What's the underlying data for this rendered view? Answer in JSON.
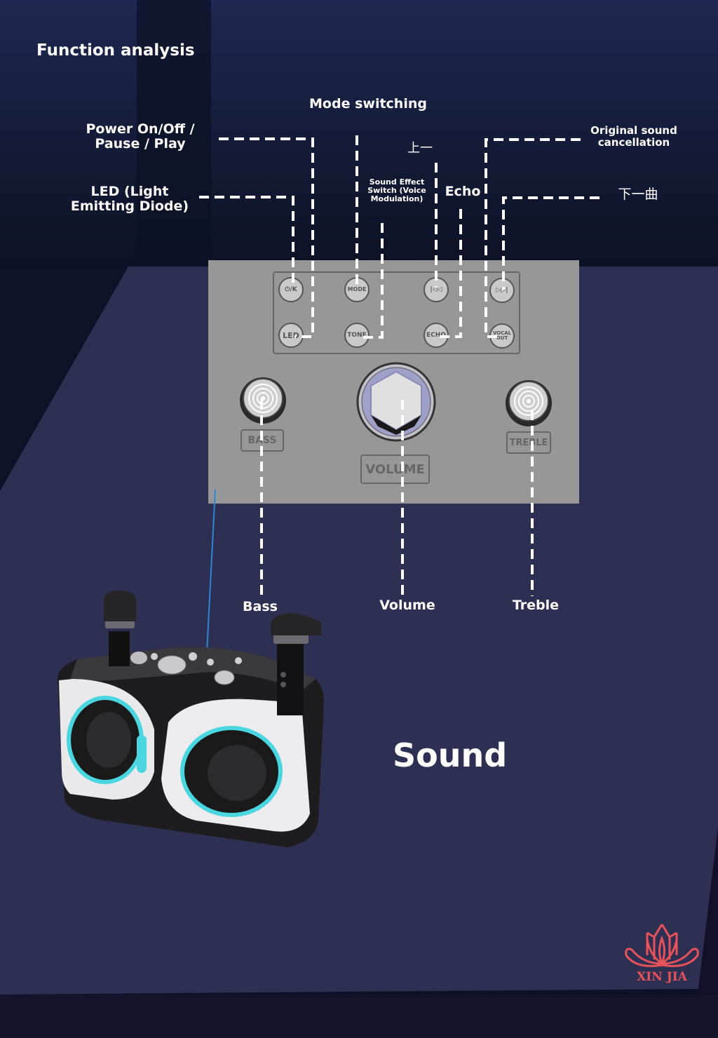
{
  "header": {
    "title": "Function analysis"
  },
  "callouts": {
    "power": "Power On/Off /\nPause / Play",
    "led": "LED (Light\nEmitting Diode)",
    "mode": "Mode switching",
    "sound_effect": "Sound Effect\nSwitch (Voice\nModulation)",
    "prev": "上一",
    "echo": "Echo",
    "original_sound": "Original sound\ncancellation",
    "next": "下一曲",
    "bass": "Bass",
    "volume": "Volume",
    "treble": "Treble"
  },
  "panel": {
    "buttons_top": [
      {
        "name": "power-button",
        "label": "⏻/K"
      },
      {
        "name": "mode-button",
        "label": "MODE"
      },
      {
        "name": "prev-button",
        "label": "|◁◁"
      },
      {
        "name": "next-button",
        "label": "▷▷|"
      }
    ],
    "buttons_bottom": [
      {
        "name": "led-button",
        "label": "LED"
      },
      {
        "name": "tone-button",
        "label": "TONE"
      },
      {
        "name": "echo-button",
        "label": "ECHO"
      },
      {
        "name": "vocal-out-button",
        "label": "VOCAL\nOUT"
      }
    ],
    "tags": {
      "bass": "BASS",
      "volume": "VOLUME",
      "treble": "TREBLE"
    }
  },
  "product": {
    "caption": "Sound"
  },
  "brand": {
    "name": "XIN JIA",
    "color": "#e8525a"
  },
  "colors": {
    "bg_dark": "#0f1428",
    "bg_mid": "#2d3053",
    "panel": "#979797",
    "accent_led": "#49d6e0"
  }
}
